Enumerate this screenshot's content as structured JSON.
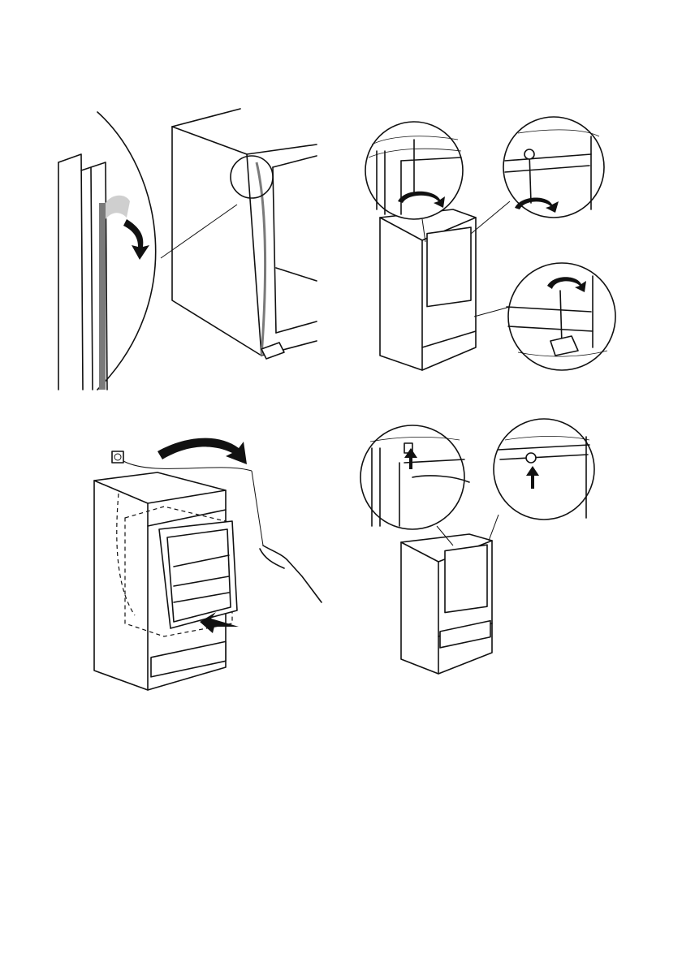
{
  "figures": [
    {
      "id": "step-1",
      "description_icon": "seal-strip-peel"
    },
    {
      "id": "step-2",
      "description_icon": "hinge-screw-adjust"
    },
    {
      "id": "step-3",
      "description_icon": "appliance-insertion"
    },
    {
      "id": "step-4",
      "description_icon": "bracket-fastening"
    }
  ],
  "colors": {
    "line": "#111111",
    "seal": "#7a7a7a",
    "seal_light": "#cfcfcf",
    "background": "#ffffff"
  }
}
